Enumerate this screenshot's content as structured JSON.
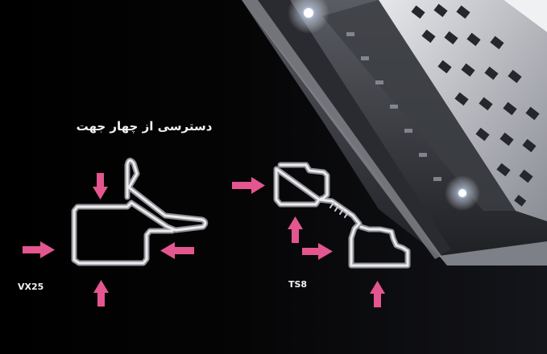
{
  "heading": "دسترسی از چهار جهت",
  "profiles": [
    {
      "label": "VX25"
    },
    {
      "label": "TS8"
    }
  ],
  "colors": {
    "background": "#000000",
    "arrow": "#e4568f",
    "profile_outline": "#e8e8ea",
    "frame": "#c9cbd0"
  },
  "icons": [
    "arrow-right-icon",
    "arrow-left-icon",
    "arrow-up-icon",
    "arrow-down-icon"
  ]
}
